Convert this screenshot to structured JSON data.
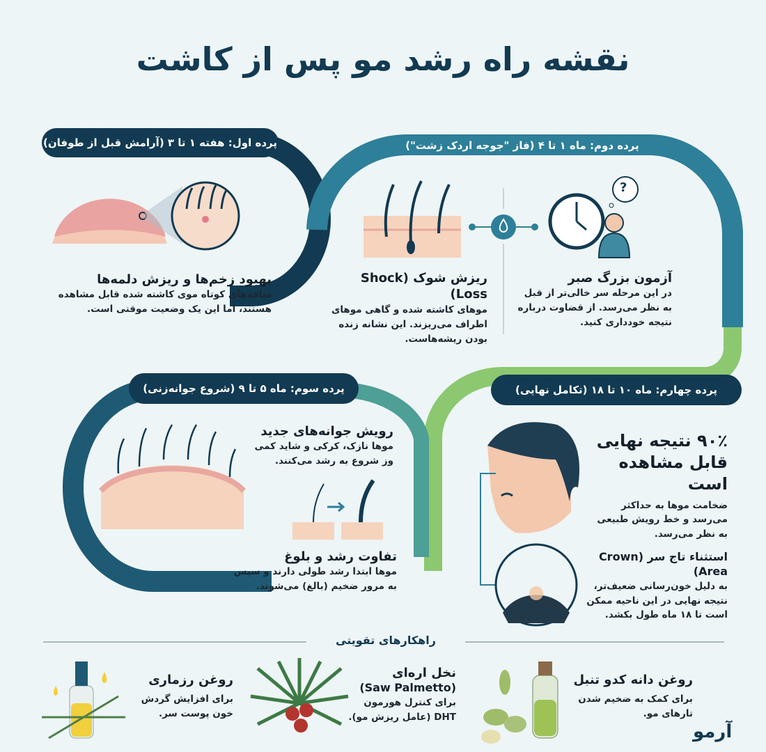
{
  "title": "نقشه راه رشد مو پس از کاشت",
  "colors": {
    "navy": "#123a52",
    "teal": "#2e7f99",
    "green": "#8cc870",
    "background": "#eef5f6"
  },
  "stage1": {
    "label": "پرده اول: هفته ۱ تا ۳ (آرامش قبل از طوفان)",
    "heading": "بهبود زخم‌ها و ریزش دلمه‌ها",
    "text": "ساقه‌های کوتاه موی کاشته شده قابل مشاهده هستند، اما این یک وضعیت موقتی است."
  },
  "stage2": {
    "label": "پرده دوم: ماه ۱ تا ۴ (فاز \"جوجه اردک زشت\")",
    "left_heading": "ریزش شوک (Shock Loss)",
    "left_text": "موهای کاشته شده و گاهی موهای اطراف می‌ریزند. این نشانه زنده بودن ریشه‌هاست.",
    "right_heading": "آزمون بزرگ صبر",
    "right_text": "در این مرحله سر خالی‌تر از قبل به نظر می‌رسد. از قضاوت درباره نتیجه خودداری کنید.",
    "thought_symbol": "?"
  },
  "stage3": {
    "label": "پرده سوم: ماه ۵ تا ۹ (شروع جوانه‌زنی)",
    "heading1": "رویش جوانه‌های جدید",
    "text1": "موها نازک، کرکی و شاید کمی وز شروع به رشد می‌کنند.",
    "heading2": "تفاوت رشد و بلوغ",
    "text2": "موها ابتدا رشد طولی دارند و سپس به مرور ضخیم (بالغ) می‌شوند."
  },
  "stage4": {
    "label": "پرده چهارم: ماه ۱۰ تا ۱۸ (تکامل نهایی)",
    "heading1": "۹۰٪ نتیجه نهایی قابل مشاهده است",
    "text1": "ضخامت موها به حداکثر می‌رسد و خط رویش طبیعی به نظر می‌رسد.",
    "heading2": "استثناء تاج سر (Crown Area)",
    "text2": "به دلیل خون‌رسانی ضعیف‌تر، نتیجه نهایی در این ناحیه ممکن است تا ۱۸ ماه طول بکشد."
  },
  "tips": {
    "title": "راهکارهای تقویتی",
    "items": [
      {
        "name": "روغن دانه کدو تنبل",
        "text": "برای کمک به ضخیم شدن تارهای مو."
      },
      {
        "name": "نخل اره‌ای",
        "sub": "(Saw Palmetto)",
        "text": "برای کنترل هورمون DHT (عامل ریزش مو)."
      },
      {
        "name": "روغن رزماری",
        "text": "برای افزایش گردش خون پوست سر."
      }
    ]
  },
  "brand": "آرمو"
}
